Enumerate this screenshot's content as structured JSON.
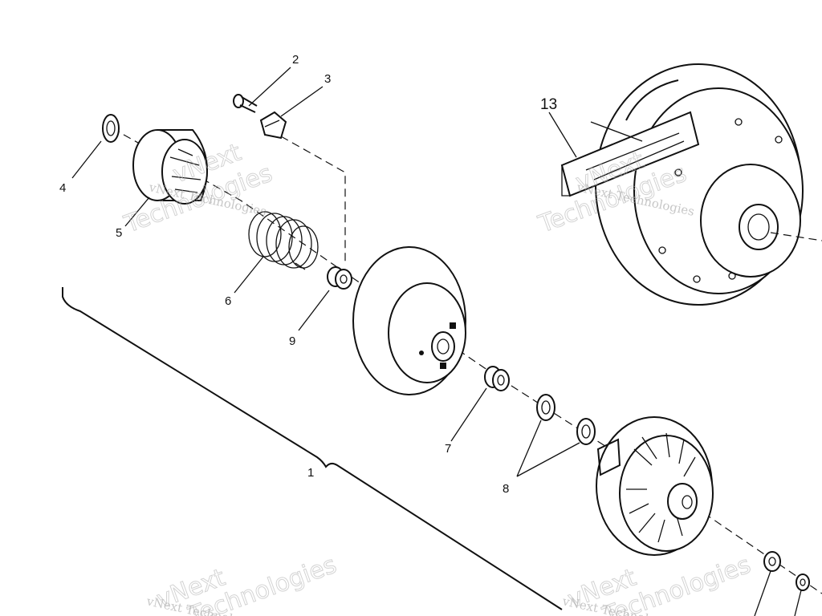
{
  "callouts": {
    "c1": "1",
    "c2": "2",
    "c3": "3",
    "c4": "4",
    "c5": "5",
    "c6": "6",
    "c7": "7",
    "c8": "8",
    "c9": "9",
    "c13": "13"
  },
  "watermark": {
    "line1": "vNext Technologies",
    "line2": "vNext",
    "line3": "Technologies"
  }
}
